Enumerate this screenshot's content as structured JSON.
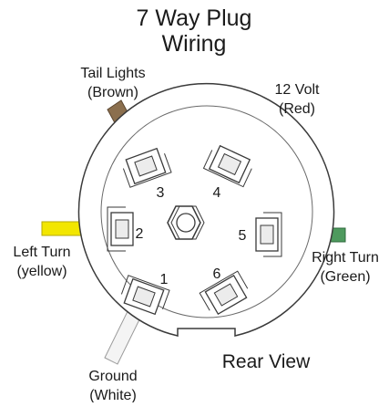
{
  "title": {
    "line1": "7 Way Plug",
    "line2": "Wiring"
  },
  "view_label": "Rear View",
  "colors": {
    "brown": "#8b6f4e",
    "red": "#e8262b",
    "yellow": "#f2e600",
    "green": "#4e9a5e",
    "white": "#f4f4f4",
    "outline": "#3a3a3a"
  },
  "pins": [
    {
      "number": "1",
      "name": "Ground",
      "color_name": "(White)",
      "wire_color": "white"
    },
    {
      "number": "2",
      "name": "Left Turn",
      "color_name": "(yellow)",
      "wire_color": "yellow"
    },
    {
      "number": "3",
      "name": "Tail Lights",
      "color_name": "(Brown)",
      "wire_color": "brown"
    },
    {
      "number": "4",
      "name": "12 Volt",
      "color_name": "(Red)",
      "wire_color": "red"
    },
    {
      "number": "5",
      "name": "Right Turn",
      "color_name": "(Green)",
      "wire_color": "green"
    },
    {
      "number": "6",
      "name": "",
      "color_name": "",
      "wire_color": ""
    }
  ],
  "icons": {
    "center_post": "hex-nut-icon"
  }
}
